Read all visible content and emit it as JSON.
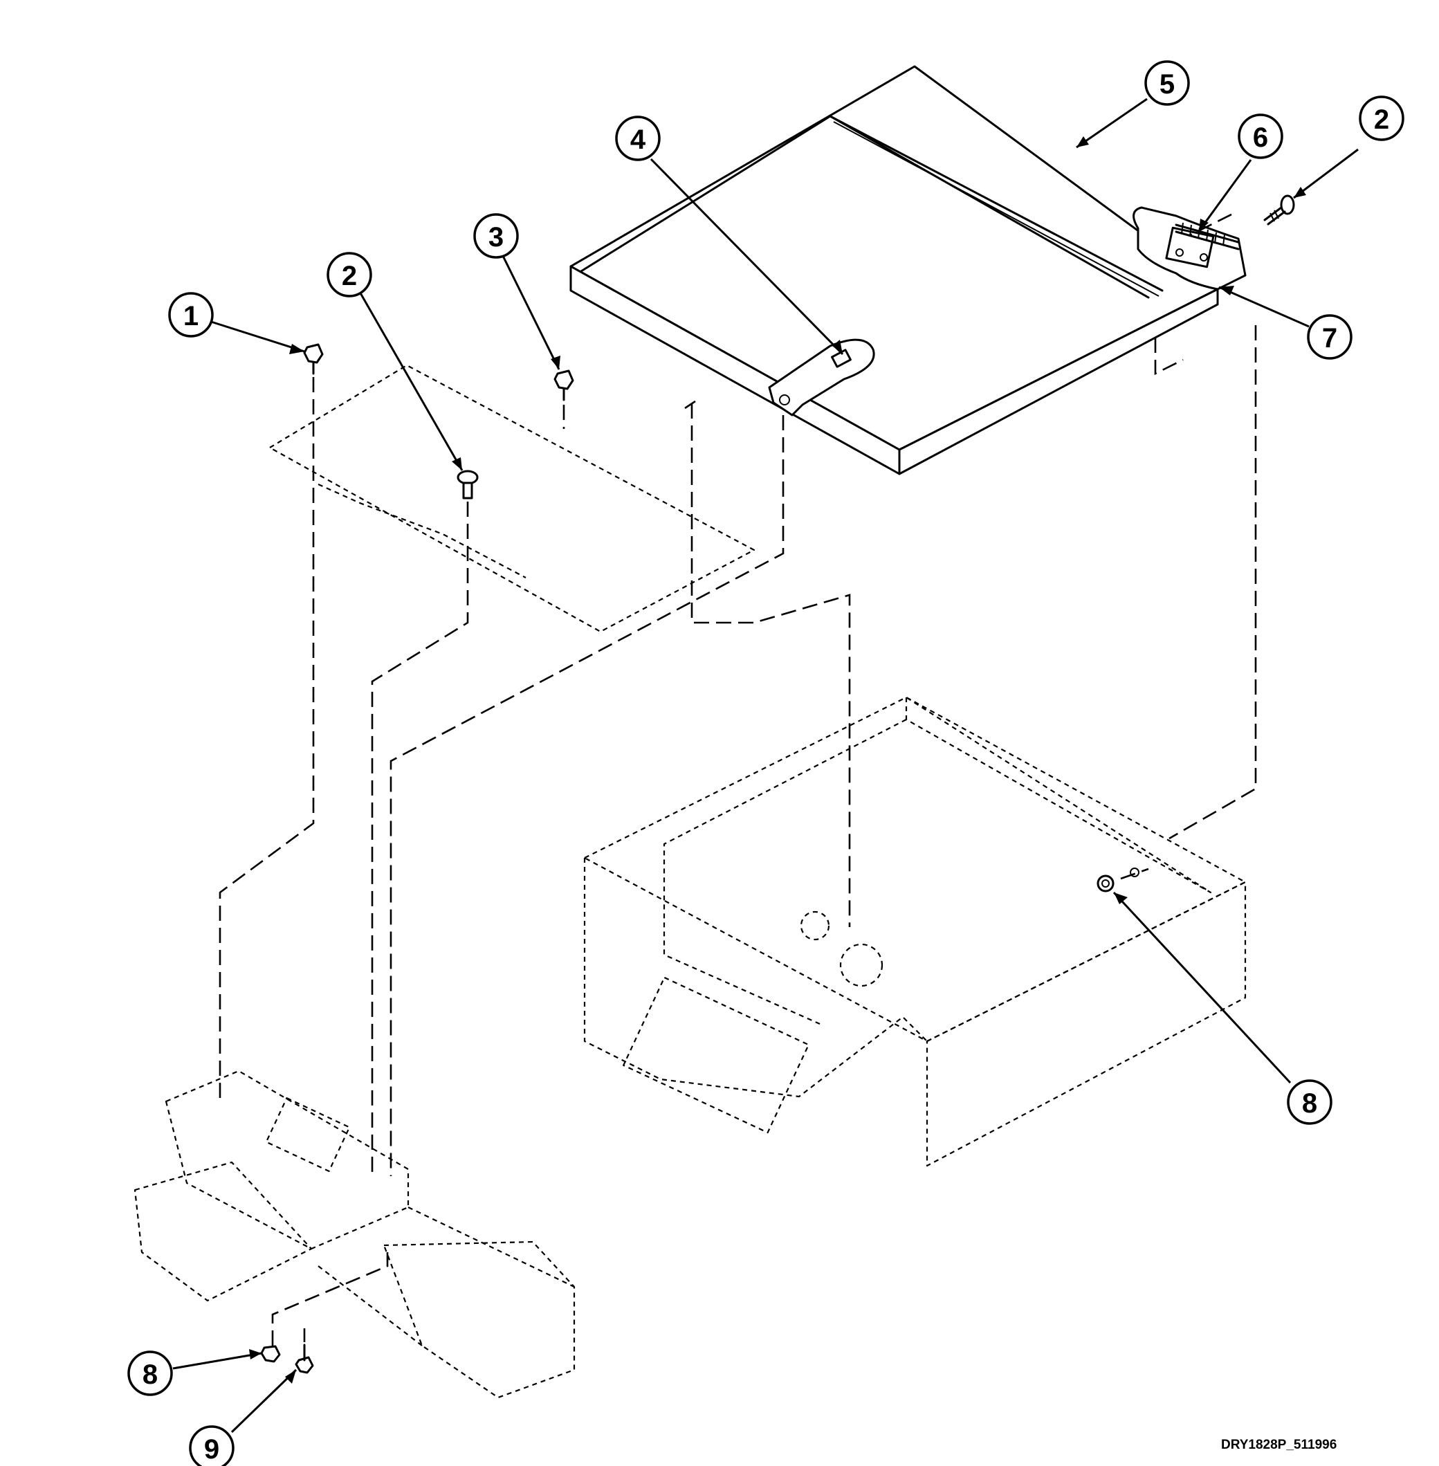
{
  "callouts": [
    {
      "number": "1",
      "part": "fastener"
    },
    {
      "number": "2",
      "part": "screw"
    },
    {
      "number": "3",
      "part": "fastener"
    },
    {
      "number": "4",
      "part": "lid latch bracket"
    },
    {
      "number": "5",
      "part": "top lid"
    },
    {
      "number": "6",
      "part": "hinge"
    },
    {
      "number": "2",
      "part": "screw"
    },
    {
      "number": "7",
      "part": "hinge plate"
    },
    {
      "number": "8",
      "part": "nut"
    },
    {
      "number": "8",
      "part": "nut"
    },
    {
      "number": "9",
      "part": "screw"
    }
  ],
  "drawing_ref": "DRY1828P_511996"
}
